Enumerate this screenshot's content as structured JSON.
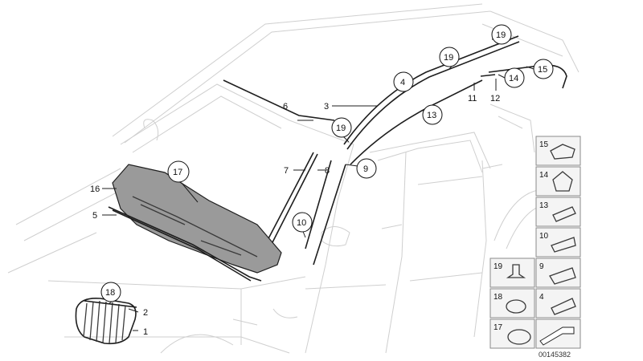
{
  "callouts": {
    "c1": "1",
    "c2": "2",
    "c3": "3",
    "c4": "4",
    "c5": "5",
    "c6": "6",
    "c7": "7",
    "c8": "8",
    "c9": "9",
    "c10": "10",
    "c11": "11",
    "c12": "12",
    "c13": "13",
    "c14": "14",
    "c15": "15",
    "c16": "16",
    "c17": "17",
    "c18": "18",
    "c19a": "19",
    "c19b": "19",
    "c19c": "19"
  },
  "legend": {
    "l15": "15",
    "l14": "14",
    "l13": "13",
    "l10": "10",
    "l9": "9",
    "l19": "19",
    "l18": "18",
    "l4": "4",
    "l17": "17"
  },
  "drawing_number": "00145382"
}
